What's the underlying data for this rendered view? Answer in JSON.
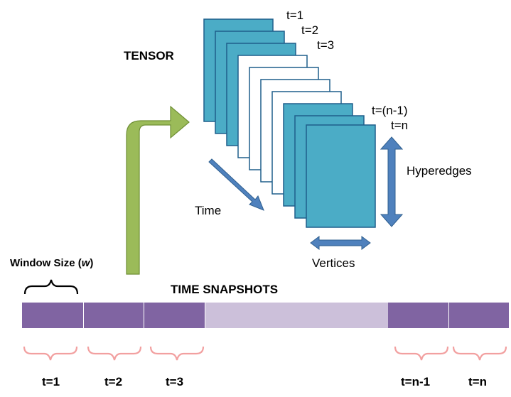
{
  "tensor": {
    "title": "TENSOR",
    "frame_labels": {
      "t1": "t=1",
      "t2": "t=2",
      "t3": "t=3",
      "tn_minus_1": "t=(n-1)",
      "tn": "t=n"
    },
    "axis_labels": {
      "time": "Time",
      "hyperedges": "Hyperedges",
      "vertices": "Vertices"
    },
    "colors": {
      "frame_fill": "#4bacc6",
      "frame_border": "#1f5f8b",
      "blank_frame_fill": "#ffffff",
      "axis_arrow": "#4f81bd"
    }
  },
  "snapshots": {
    "window_label_prefix": "Window  Size (",
    "window_label_var": "w",
    "window_label_suffix": ")",
    "title": "TIME SNAPSHOTS",
    "segment_labels": [
      "t=1",
      "t=2",
      "t=3",
      "t=n-1",
      "t=n"
    ],
    "colors": {
      "segment_dark": "#8064a2",
      "segment_light": "#ccc0da",
      "brace": "#f2a0a0",
      "green_arrow": "#9bbb59"
    }
  }
}
